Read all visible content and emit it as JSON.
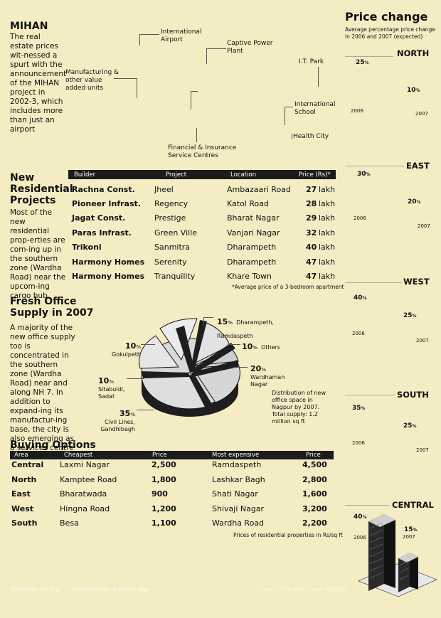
{
  "mihan": {
    "title": "MIHAN",
    "text": "The real estate prices wit-nessed a spurt with the announcement of the MIHAN project in 2002-3, which includes more than just an airport",
    "labels": {
      "airport": "International Airport",
      "power": "Captive Power Plant",
      "manufacturing": "Manufacturing & other value added units",
      "itpark": "I.T. Park",
      "school": "International School",
      "health": "Health City",
      "finance": "Financial & Insurance Service Centres"
    }
  },
  "residential": {
    "title": "New Residential Projects",
    "text": "Most of the new residential prop-erties are com-ing up in the southern zone (Wardha Road) near the upcom-ing cargo hub.",
    "headers": [
      "Builder",
      "Project",
      "Location",
      "Price (Rs)*"
    ],
    "rows": [
      {
        "builder": "Rachna Const.",
        "project": "Jheel",
        "location": "Ambazaari Road",
        "price": "27",
        "unit": "lakh"
      },
      {
        "builder": "Pioneer Infrast.",
        "project": "Regency",
        "location": "Katol Road",
        "price": "28",
        "unit": "lakh"
      },
      {
        "builder": "Jagat Const.",
        "project": "Prestige",
        "location": "Bharat Nagar",
        "price": "29",
        "unit": "lakh"
      },
      {
        "builder": "Paras Infrast.",
        "project": "Green Ville",
        "location": "Vanjari Nagar",
        "price": "32",
        "unit": "lakh"
      },
      {
        "builder": "Trikoni",
        "project": "Sanmitra",
        "location": "Dharampeth",
        "price": "40",
        "unit": "lakh"
      },
      {
        "builder": "Harmony Homes",
        "project": "Serenity",
        "location": "Dharampeth",
        "price": "47",
        "unit": "lakh"
      },
      {
        "builder": "Harmony Homes",
        "project": "Tranquility",
        "location": "Khare Town",
        "price": "47",
        "unit": "lakh"
      }
    ],
    "footnote": "*Average price of a 3-bedroom apartment"
  },
  "office": {
    "title": "Fresh Office Supply in 2007",
    "text": "A majority of the new office supply too is concentrated in the southern zone (Wardha Road) near and along NH 7. In addition to expand-ing its manufactur-ing base, the city is also emerging as a services centre",
    "slices": [
      {
        "pct": "15",
        "label": "Dharampeth, Ramdaspeth"
      },
      {
        "pct": "10",
        "label": "Others"
      },
      {
        "pct": "20",
        "label": "Wardhaman Nagar"
      },
      {
        "pct": "35",
        "label": "Civil Lines, Gandhibagh"
      },
      {
        "pct": "10",
        "label": "Sitabuldi, Sadat"
      },
      {
        "pct": "10",
        "label": "Gokulpeth"
      }
    ],
    "caption": "Distribution of new office space in Nagpur by 2007. Total supply: 1.2 million sq ft"
  },
  "buying": {
    "title": "Buying Options",
    "headers": [
      "Area",
      "Cheapest",
      "Price",
      "Most expensive",
      "Price"
    ],
    "rows": [
      {
        "area": "Central",
        "cheapest": "Laxmi Nagar",
        "cprice": "2,500",
        "expensive": "Ramdaspeth",
        "eprice": "4,500"
      },
      {
        "area": "North",
        "cheapest": "Kamptee Road",
        "cprice": "1,800",
        "expensive": "Lashkar Bagh",
        "eprice": "2,800"
      },
      {
        "area": "East",
        "cheapest": "Bharatwada",
        "cprice": "900",
        "expensive": "Shati Nagar",
        "eprice": "1,600"
      },
      {
        "area": "West",
        "cheapest": "Hingna Road",
        "cprice": "1,200",
        "expensive": "Shivaji Nagar",
        "eprice": "3,200"
      },
      {
        "area": "South",
        "cheapest": "Besa",
        "cprice": "1,100",
        "expensive": "Wardha Road",
        "eprice": "2,200"
      }
    ],
    "note": "Prices of residential properties in Rs/sq ft"
  },
  "price_change": {
    "title": "Price change",
    "subtitle": "Average percentage price change in 2006 and 2007 (expected)",
    "regions": [
      {
        "name": "NORTH",
        "v2006": "25",
        "v2007": "10",
        "y2006": "2006",
        "y2007": "2007"
      },
      {
        "name": "EAST",
        "v2006": "30",
        "v2007": "20",
        "y2006": "2006",
        "y2007": "2007"
      },
      {
        "name": "WEST",
        "v2006": "40",
        "v2007": "25",
        "y2006": "2006",
        "y2007": "2007"
      },
      {
        "name": "SOUTH",
        "v2006": "35",
        "v2007": "25",
        "y2006": "2006",
        "y2007": "2007"
      },
      {
        "name": "CENTRAL",
        "v2006": "40",
        "v2007": "15",
        "y2006": "2006",
        "y2007": "2007"
      }
    ],
    "pct": "%"
  },
  "credits": {
    "graphics": "Graphics by Raj",
    "compiled": "Compiled by Rakesh Rai",
    "source": "Source: Trammell Crow Meghraj"
  },
  "colors": {
    "background": "#f4ecc2",
    "dark": "#1c1c1c",
    "bar": "#3a3a3a"
  }
}
